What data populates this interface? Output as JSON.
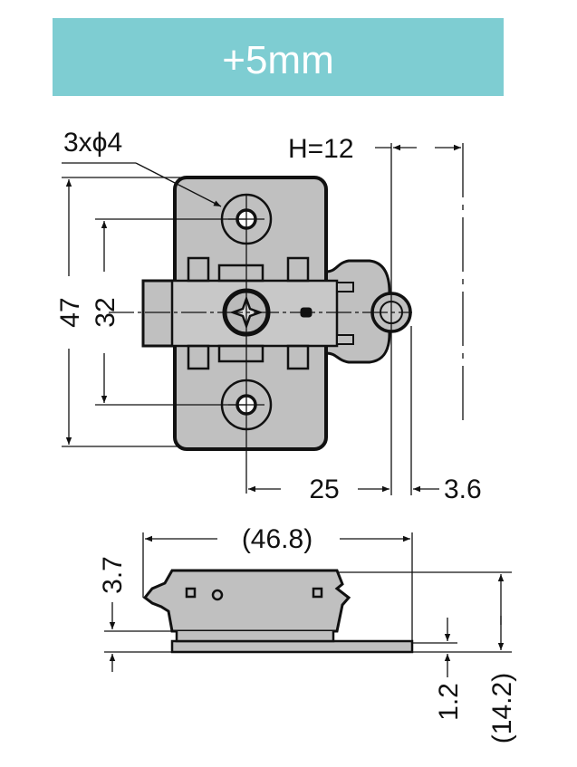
{
  "header": {
    "title": "+5mm",
    "color": "#7ecdd2"
  },
  "top_view": {
    "hole_label": "3xϕ4",
    "height_label": "H=12",
    "dim_overall_height": "47",
    "dim_hole_spacing": "32",
    "dim_offset": "25",
    "dim_edge": "3.6"
  },
  "side_view": {
    "dim_length": "(46.8)",
    "dim_top": "3.7",
    "dim_base": "1.2",
    "dim_total_height": "(14.2)"
  }
}
